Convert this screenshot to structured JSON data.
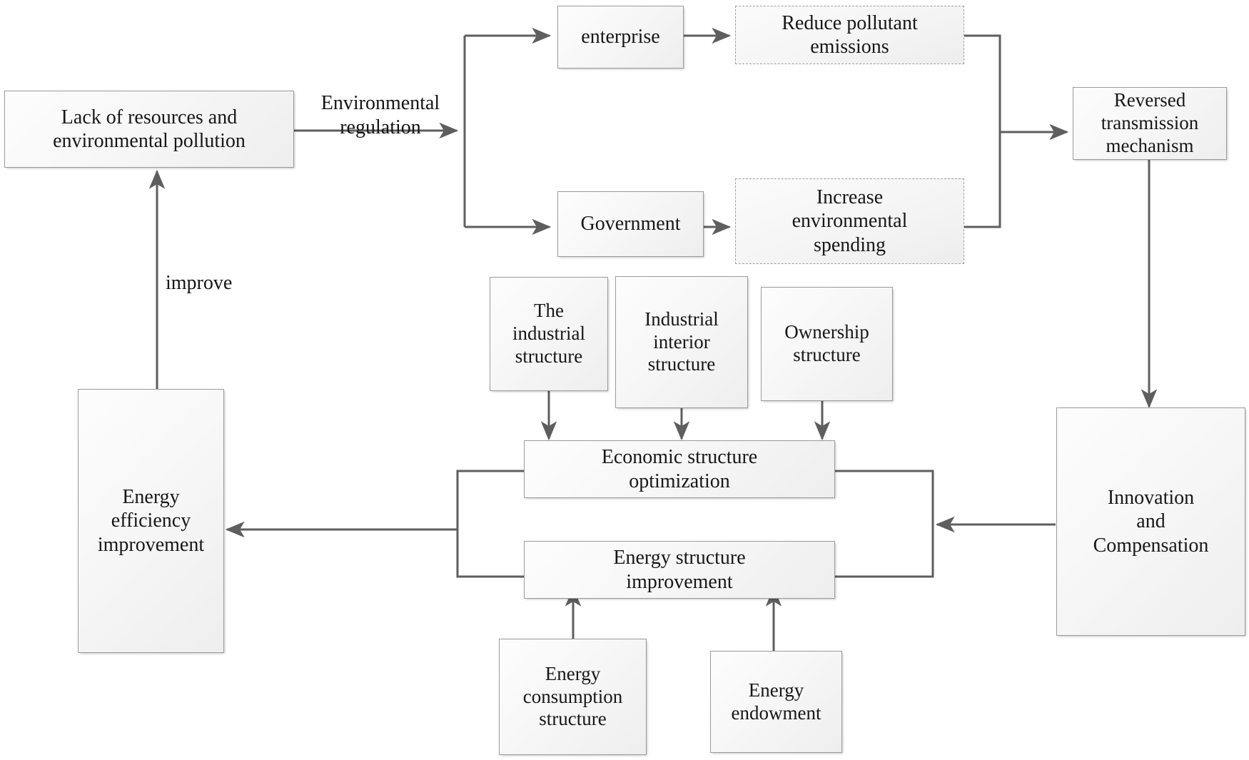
{
  "diagram": {
    "title": "Environmental regulation and energy efficiency mechanism flowchart",
    "colors": {
      "line": "#5e5e5e",
      "box_border": "#9a9a9a",
      "dashed_border": "#a0a0a0",
      "text": "#171717",
      "background": "#ffffff"
    },
    "nodes": {
      "lack_of_resources": "Lack of resources and\nenvironmental pollution",
      "enterprise": "enterprise",
      "government": "Government",
      "reduce_pollutant_emissions": "Reduce pollutant\nemissions",
      "increase_environmental_spending": "Increase\nenvironmental\nspending",
      "reversed_transmission_mechanism": "Reversed\ntransmission\nmechanism",
      "innovation_and_compensation": "Innovation\nand\nCompensation",
      "the_industrial_structure": "The\nindustrial\nstructure",
      "industrial_interior_structure": "Industrial\ninterior\nstructure",
      "ownership_structure": "Ownership\nstructure",
      "economic_structure_optimization": "Economic structure\noptimization",
      "energy_structure_improvement": "Energy structure\nimprovement",
      "energy_consumption_structure": "Energy\nconsumption\nstructure",
      "energy_endowment": "Energy\nendowment",
      "energy_efficiency_improvement": "Energy\nefficiency\nimprovement"
    },
    "edge_labels": {
      "environmental_regulation": "Environmental\nregulation",
      "improve": "improve"
    }
  }
}
